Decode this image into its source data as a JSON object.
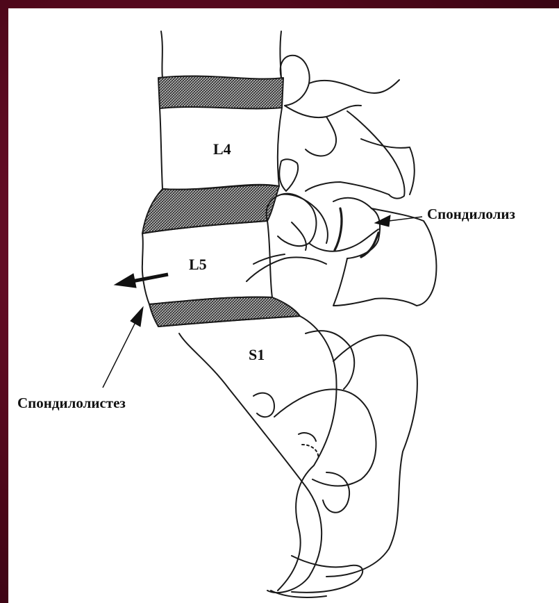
{
  "labels": {
    "l4": "L4",
    "l5": "L5",
    "s1": "S1",
    "spondylolysis": "Спондилолиз",
    "spondylolisthesis": "Спондилолистез"
  },
  "colors": {
    "frame": "#5a0a22",
    "panel": "#ffffff",
    "ink": "#111111"
  }
}
